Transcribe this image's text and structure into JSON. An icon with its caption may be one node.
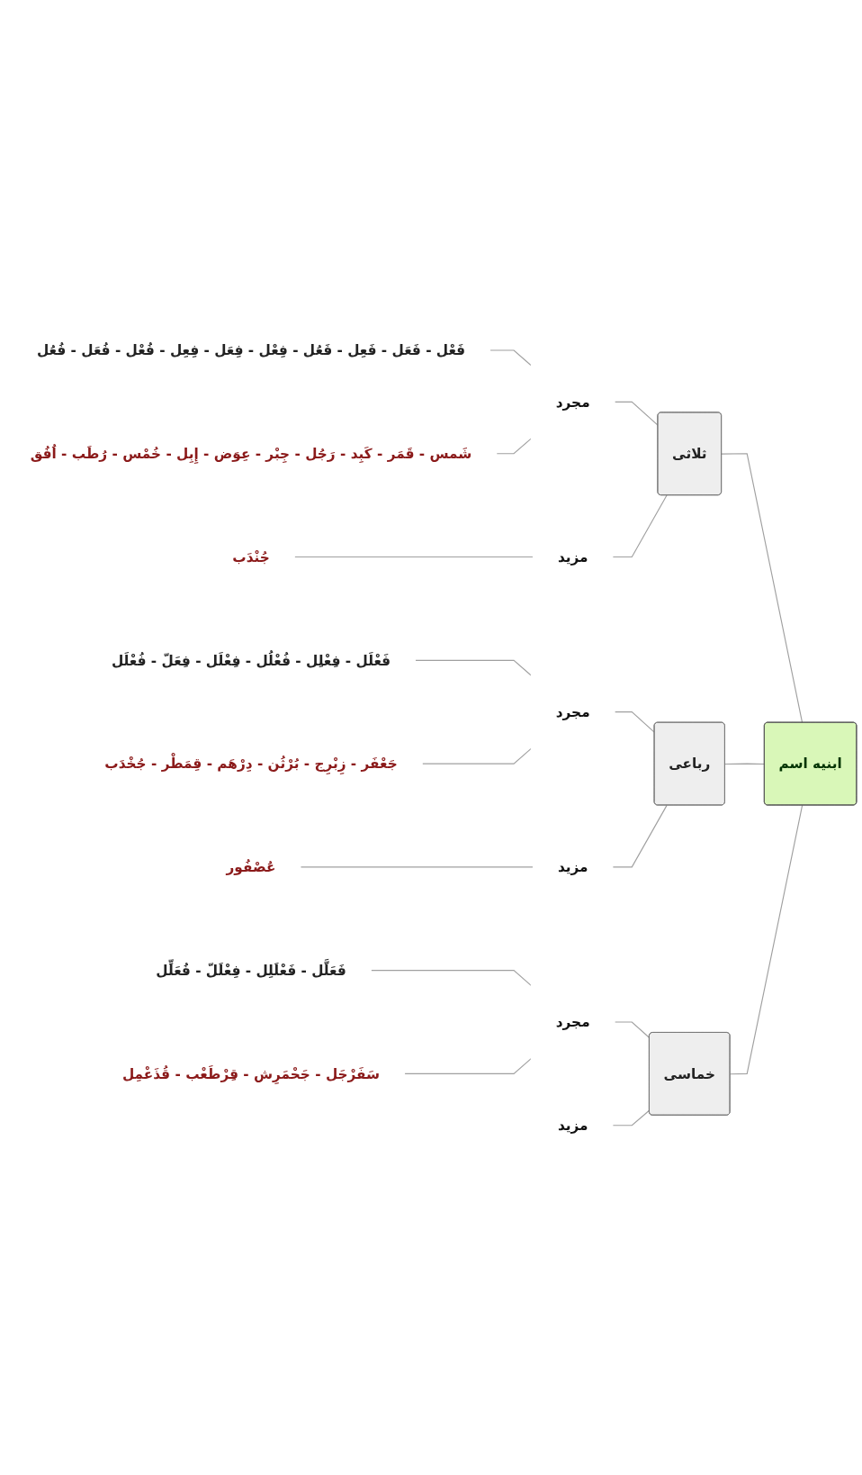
{
  "diagram": {
    "nodes": [
      {
        "text": [
          "ابنیه اسم"
        ]
      },
      {
        "text": [
          "ثلاثی"
        ]
      },
      {
        "text": [
          "مجرد"
        ]
      },
      {
        "text": [
          "فَعْل - فَعَل - فَعِل - فَعُل - فِعْل - فِعَل - فِعِل - فُعْل - فُعَل - فُعُل"
        ]
      },
      {
        "text": [
          "شَمس - قَمَر - كَبِد - رَجُل - جِبْر - عِوَض - إِبِل - خُمْس - رُطَب - اُفُق"
        ]
      },
      {
        "text": [
          "مزید"
        ]
      },
      {
        "text": [
          "جُنْدَب"
        ]
      },
      {
        "text": [
          "رباعی"
        ]
      },
      {
        "text": [
          "مجرد"
        ]
      },
      {
        "text": [
          "فَعْلَل - فِعْلِل - فُعْلُل - فِعْلَل - فِعَلّ - فُعْلَل"
        ]
      },
      {
        "text": [
          "جَعْفَر - زِبْرِج - بُرْثُن - دِرْهَم - قِمَطْر - جُخْدَب"
        ]
      },
      {
        "text": [
          "مزید"
        ]
      },
      {
        "text": [
          "عُصْفُور"
        ]
      },
      {
        "text": [
          "خماسی"
        ]
      },
      {
        "text": [
          "مجرد"
        ]
      },
      {
        "text": [
          "فَعَلَّل - فَعْلَلِل - فِعْلَلّ - فُعَلِّل"
        ]
      },
      {
        "text": [
          "سَفَرْجَل - جَحْمَرِش - قِرْطَعْب - قُذَعْمِل"
        ]
      },
      {
        "text": [
          "مزید"
        ]
      }
    ],
    "edges": [
      {
        "from": 0,
        "to": 1,
        "arrow": "none"
      },
      {
        "from": 1,
        "to": 2,
        "arrow": "none"
      },
      {
        "from": 2,
        "to": 3,
        "arrow": "none"
      },
      {
        "from": 2,
        "to": 4,
        "arrow": "none"
      },
      {
        "from": 1,
        "to": 5,
        "arrow": "none"
      },
      {
        "from": 5,
        "to": 6,
        "arrow": "none"
      },
      {
        "from": 0,
        "to": 7,
        "arrow": "none"
      },
      {
        "from": 7,
        "to": 8,
        "arrow": "none"
      },
      {
        "from": 8,
        "to": 9,
        "arrow": "none"
      },
      {
        "from": 8,
        "to": 10,
        "arrow": "none"
      },
      {
        "from": 7,
        "to": 11,
        "arrow": "none"
      },
      {
        "from": 11,
        "to": 12,
        "arrow": "none"
      },
      {
        "from": 0,
        "to": 13,
        "arrow": "none"
      },
      {
        "from": 13,
        "to": 14,
        "arrow": "none"
      },
      {
        "from": 14,
        "to": 15,
        "arrow": "none"
      },
      {
        "from": 14,
        "to": 16,
        "arrow": "none"
      },
      {
        "from": 13,
        "to": 17,
        "arrow": "none"
      }
    ]
  }
}
